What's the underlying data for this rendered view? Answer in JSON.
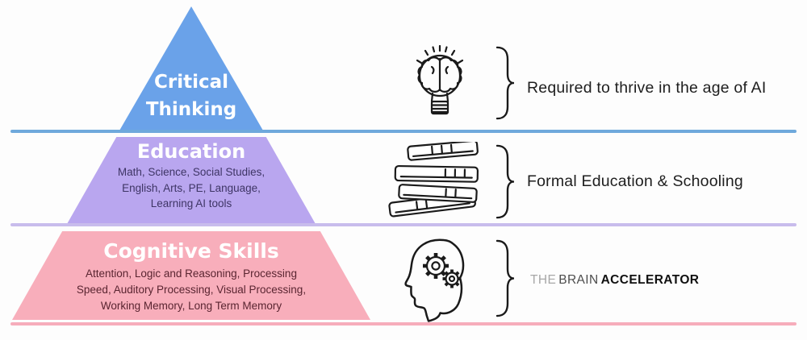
{
  "pyramid": {
    "levels": [
      {
        "name": "Critical Thinking",
        "title_lines": [
          "Critical",
          "Thinking"
        ],
        "fill": "#6aa2e9",
        "divider_color": "#6fa9dc",
        "items_lines": []
      },
      {
        "name": "Education",
        "title_lines": [
          "Education"
        ],
        "fill": "#b9a6ef",
        "divider_color": "#c8bcec",
        "items_lines": [
          "Math, Science, Social Studies,",
          "English, Arts, PE, Language,",
          "Learning AI tools"
        ]
      },
      {
        "name": "Cognitive Skills",
        "title_lines": [
          "Cognitive Skills"
        ],
        "fill": "#f8aebb",
        "divider_color": "#f6adbb",
        "items_lines": [
          "Attention, Logic and Reasoning, Processing",
          "Speed, Auditory Processing, Visual Processing,",
          "Working Memory, Long Term Memory"
        ]
      }
    ]
  },
  "annotations": [
    {
      "icon": "brain-lightbulb-icon",
      "label": "Required to thrive in the age of AI"
    },
    {
      "icon": "books-stack-icon",
      "label": "Formal Education & Schooling"
    },
    {
      "icon": "head-gears-icon",
      "logo": {
        "the": "THE",
        "brain": "BRAIN",
        "accelerator": "ACCELERATOR"
      }
    }
  ],
  "colors": {
    "text_on_bands": "#ffffff",
    "education_items_text": "#3e3565",
    "cognitive_items_text": "#5a2531",
    "annotation_text": "#1e1e1e",
    "logo_the": "#a7a7a7",
    "logo_brain": "#4d4d4d",
    "logo_accelerator": "#101010",
    "icon_stroke": "#1a1a1a",
    "background": "#fdfdfd"
  }
}
